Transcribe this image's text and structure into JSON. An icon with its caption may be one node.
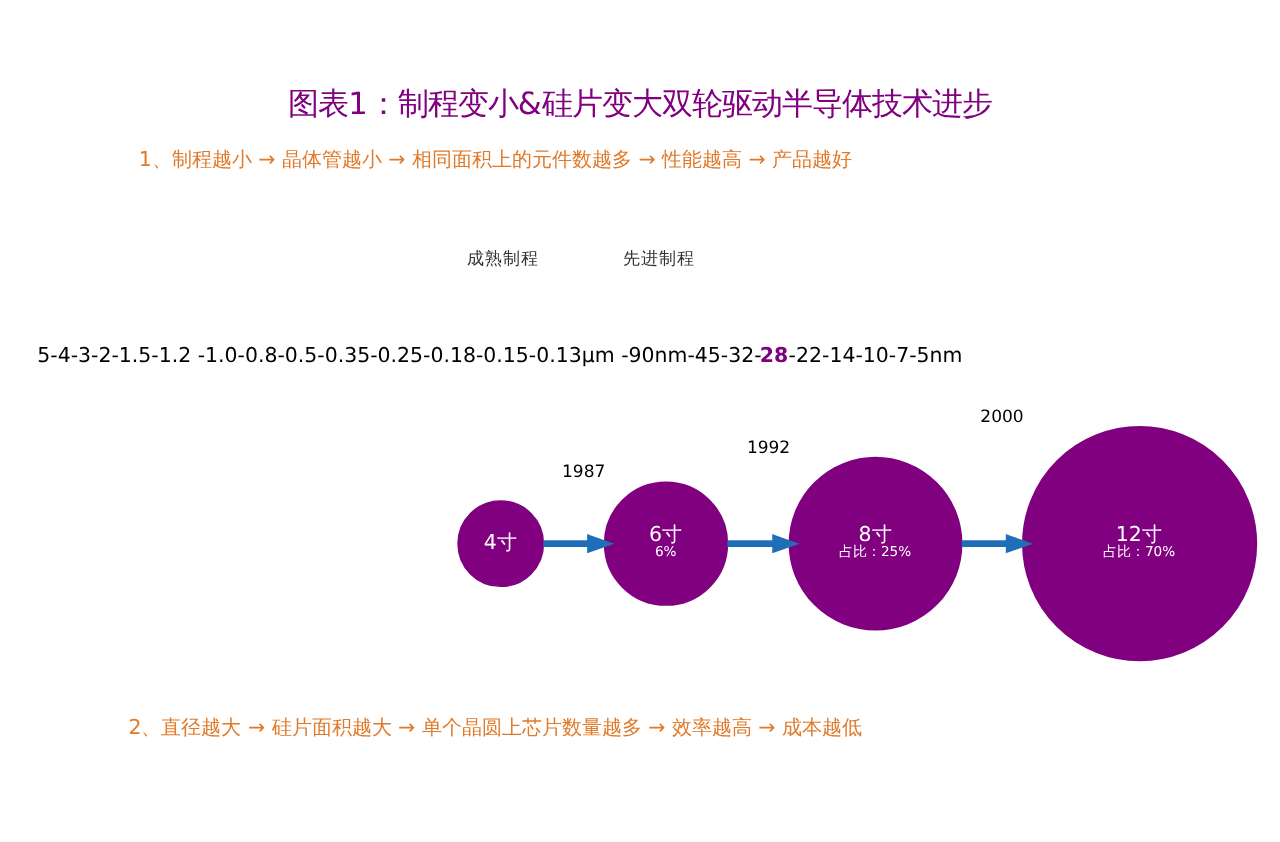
{
  "diagram": {
    "title": "图表1：制程变小&硅片变大双轮驱动半导体技术进步",
    "nodes": [
      {
        "text": [
          "4寸"
        ]
      },
      {
        "text": [
          "6寸",
          "6%"
        ],
        "beside": [
          "1987"
        ]
      },
      {
        "text": [
          "8寸",
          "占比：25%"
        ],
        "beside": [
          "1992"
        ]
      },
      {
        "text": [
          "12寸",
          "占比：70%"
        ],
        "beside": [
          "2000"
        ]
      }
    ],
    "edges": [
      {
        "from": 0,
        "to": 1,
        "arrow": "to"
      },
      {
        "from": 1,
        "to": 2,
        "arrow": "to"
      },
      {
        "from": 2,
        "to": 3,
        "arrow": "to"
      }
    ],
    "labels": [
      "1、制程越小 → 晶体管越小 → 相同面积上的元件数越多 → 性能越高 → 产品越好",
      "成熟制程",
      "先进制程",
      "5-4-3-2-1.5-1.2 -1.0-0.8-0.5-0.35-0.25-0.18-0.15-0.13μm -90nm-45-32-**28**-22-14-10-7-5nm",
      "2、直径越大 → 硅片面积越大 → 单个晶圆上芯片数量越多 → 效率越高 → 成本越低"
    ]
  }
}
